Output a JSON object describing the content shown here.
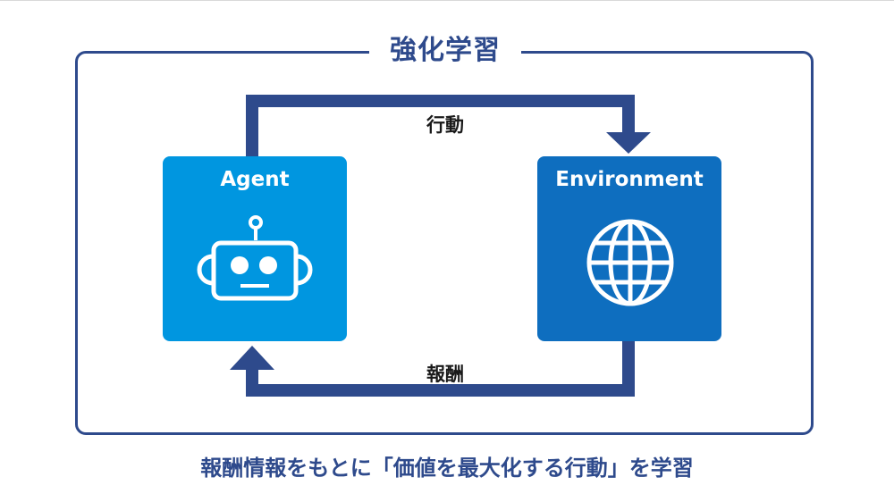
{
  "title": "強化学習",
  "agent": {
    "label": "Agent",
    "icon": "robot-icon"
  },
  "environment": {
    "label": "Environment",
    "icon": "globe-icon"
  },
  "flows": {
    "action": "行動",
    "reward": "報酬"
  },
  "caption": "報酬情報をもとに「価値を最大化する行動」を学習",
  "colors": {
    "frame": "#2e4a8c",
    "agent_box": "#0096e0",
    "environment_box": "#0e6ebf",
    "arrow": "#2e4a8c"
  }
}
